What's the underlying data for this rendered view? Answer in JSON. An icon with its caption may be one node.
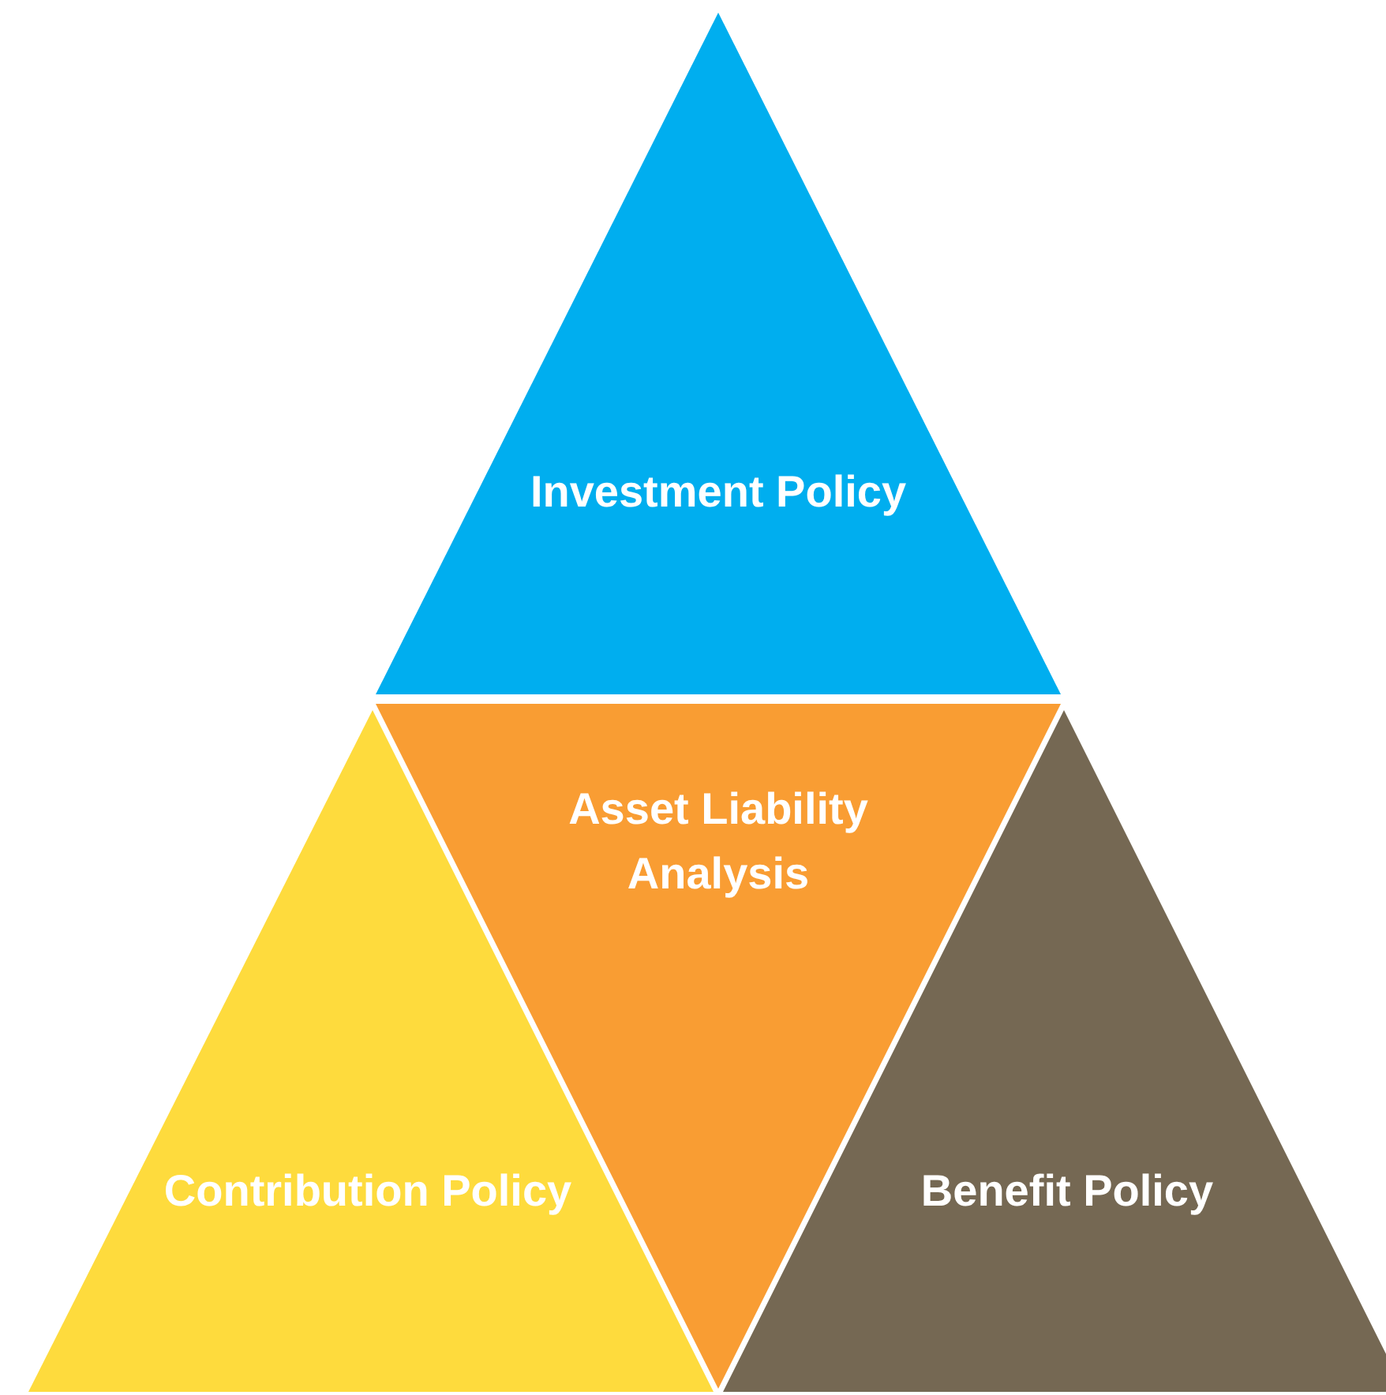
{
  "diagram": {
    "nodes": [
      {
        "text": [
          "Investment Policy"
        ]
      },
      {
        "text": [
          "Asset Liability Analysis"
        ]
      },
      {
        "text": [
          "Contribution Policy"
        ]
      },
      {
        "text": [
          "Benefit Policy"
        ]
      }
    ]
  }
}
